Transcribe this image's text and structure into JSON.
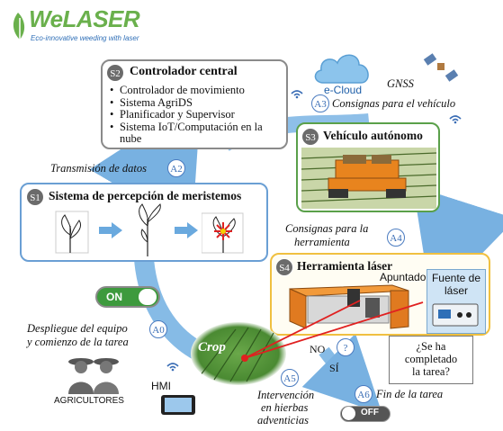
{
  "logo": {
    "brand": "WeLASER",
    "tagline": "Eco-innovative weeding with laser",
    "colors": {
      "green": "#6ab04c",
      "blue": "#2f6fb7"
    }
  },
  "s2": {
    "badge": "S2",
    "title": "Controlador central",
    "items": [
      "Controlador de movimiento",
      "Sistema AgriDS",
      "Planificador y Supervisor",
      "Sistema IoT/Computación en la nube"
    ]
  },
  "cloud": {
    "label": "e-Cloud"
  },
  "gnss": {
    "label": "GNSS"
  },
  "a3": {
    "badge": "A3",
    "label": "Consignas para el vehículo"
  },
  "s3": {
    "badge": "S3",
    "title": "Vehículo autónomo"
  },
  "a2": {
    "badge": "A2",
    "label": "Transmisión de datos"
  },
  "s1": {
    "badge": "S1",
    "title": "Sistema de percepción de meristemos"
  },
  "a4": {
    "badge": "A4",
    "label_line1": "Consignas para la",
    "label_line2": "herramienta"
  },
  "s4": {
    "badge": "S4",
    "title": "Herramienta láser",
    "pointer": "Apuntador",
    "source_line1": "Fuente de",
    "source_line2": "láser"
  },
  "on_switch": {
    "label": "ON"
  },
  "a0": {
    "badge": "A0",
    "label_line1": "Despliegue del equipo",
    "label_line2": "y comienzo de la tarea"
  },
  "crop": {
    "label": "Crop"
  },
  "decision": {
    "no": "NO",
    "si": "SÍ",
    "q": "?",
    "question_line1": "¿Se ha",
    "question_line2": "completado",
    "question_line3": "la tarea?"
  },
  "a5": {
    "badge": "A5",
    "label_line1": "Intervención",
    "label_line2": "en hierbas",
    "label_line3": "adventicias"
  },
  "a6": {
    "badge": "A6",
    "label": "Fin de la tarea"
  },
  "farmers": {
    "label": "AGRICULTORES"
  },
  "hmi": {
    "label": "HMI"
  },
  "off_switch": {
    "label": "OFF"
  }
}
